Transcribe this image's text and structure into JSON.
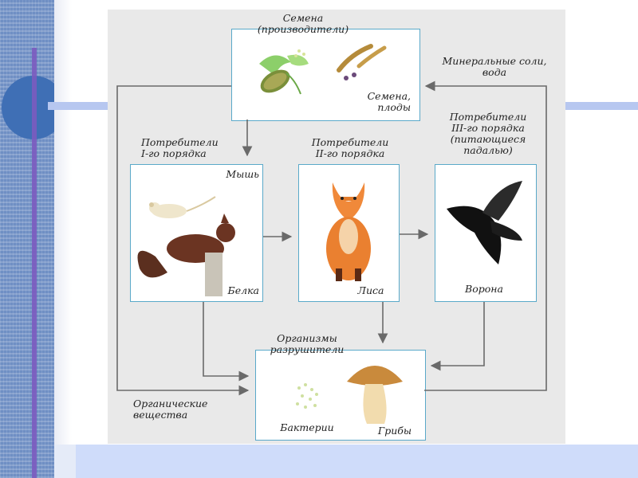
{
  "colors": {
    "box_border": "#5aa9c9",
    "arrow": "#6a6a6a",
    "panel_bg": "#e9e9e9",
    "strip": "#6f8fc4"
  },
  "nodes": {
    "producers_title": "Семена\n(производители)",
    "producers_seeds": "Семена,\nплоды",
    "consumers1_title": "Потребители\nI-го порядка",
    "consumers1_mouse": "Мышь",
    "consumers1_squirrel": "Белка",
    "consumers2_title": "Потребители\nII-го порядка",
    "consumers2_fox": "Лиса",
    "consumers3_title": "Потребители\nIII-го порядка\n(питающиеся\nпадалью)",
    "consumers3_crow": "Ворона",
    "decomposers_title": "Организмы\nразрушители",
    "decomposers_bacteria": "Бактерии",
    "decomposers_fungi": "Грибы",
    "minerals": "Минеральные соли,\nвода",
    "organic": "Органические\nвещества"
  },
  "icons": [
    "cucumber-plant-icon",
    "seed-pod-icon",
    "mouse-icon",
    "squirrel-icon",
    "fox-icon",
    "crow-icon",
    "mushroom-icon",
    "bacteria-icon"
  ]
}
